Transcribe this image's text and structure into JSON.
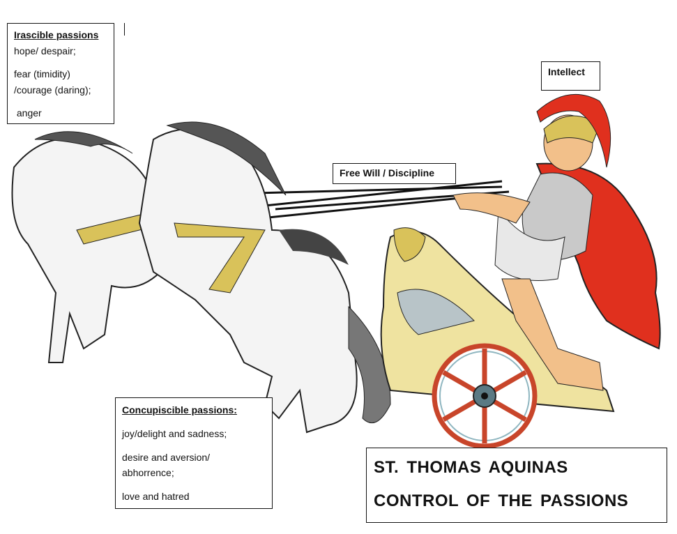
{
  "irascible": {
    "heading": "Irascible passions",
    "items": [
      "hope/ despair;",
      "fear (timidity)",
      "/courage (daring);",
      " anger"
    ]
  },
  "concupiscible": {
    "heading": "Concupiscible passions:",
    "items": [
      "joy/delight and sadness;",
      "desire and aversion/",
      "abhorrence;",
      "love and hatred"
    ]
  },
  "free_will_label": "Free Will / Discipline",
  "intellect_label": "Intellect",
  "title": {
    "line1": "ST. THOMAS AQUINAS",
    "line2": "CONTROL OF THE PASSIONS"
  },
  "illustration": {
    "subject": "charioteer-with-two-horses",
    "colors": {
      "cape": "#e0301e",
      "wheel": "#c8452a",
      "skin": "#f2c08a",
      "gold": "#d9c25a",
      "horse": "#f4f4f4",
      "mane": "#555555"
    }
  }
}
